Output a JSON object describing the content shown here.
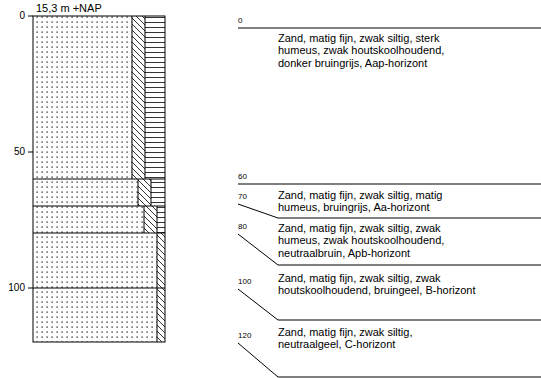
{
  "diagram": {
    "labels": [
      "15,3 m +NAP",
      "0",
      "50",
      "100",
      "0",
      "Zand, matig fijn, zwak siltig, sterk humeus, zwak houtskoolhoudend, donker bruingrijs, Aap-horizont",
      "60",
      "70",
      "Zand, matig fijn, zwak siltig, matig humeus, bruingrijs, Aa-horizont",
      "80",
      "Zand, matig fijn, zwak siltig, zwak humeus, zwak houtskoolhoudend, neutraalbruin, Apb-horizont",
      "100",
      "Zand, matig fijn, zwak siltig, zwak houtskoolhoudend, bruingeel, B-horizont",
      "120",
      "Zand, matig fijn, zwak siltig, neutraalgeel, C-horizont"
    ]
  }
}
